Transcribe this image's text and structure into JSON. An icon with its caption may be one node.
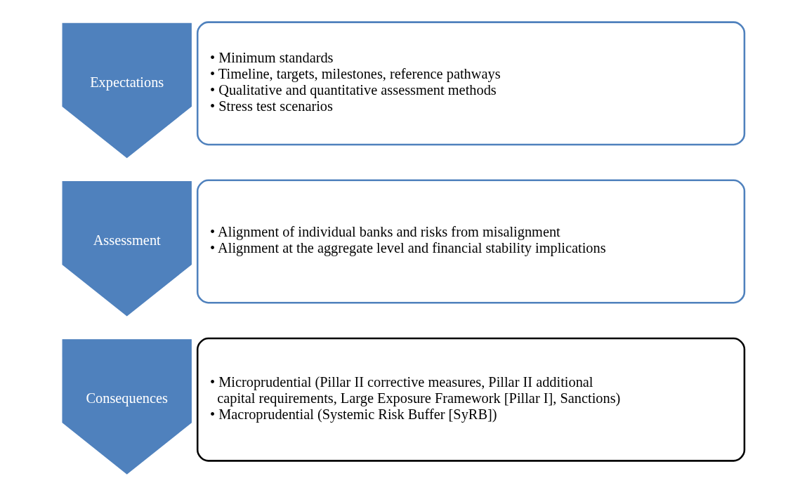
{
  "diagram": {
    "nodes": [
      {
        "text": [
          "Expectations"
        ]
      },
      {
        "text": [
          "• Minimum standards",
          "• Timeline, targets, milestones, reference pathways",
          "• Qualitative and quantitative assessment methods",
          "• Stress test scenarios"
        ]
      },
      {
        "text": [
          "Assessment"
        ]
      },
      {
        "text": [
          "• Alignment of individual banks and risks from misalignment",
          "• Alignment at the aggregate level and financial stability implications"
        ]
      },
      {
        "text": [
          "Consequences"
        ]
      },
      {
        "text": [
          "• Microprudential (Pillar II corrective measures, Pillar II additional capital requirements, Large Exposure Framework [Pillar I], Sanctions)",
          "• Macroprudential (Systemic Risk Buffer [SyRB])"
        ]
      }
    ],
    "edges": []
  }
}
